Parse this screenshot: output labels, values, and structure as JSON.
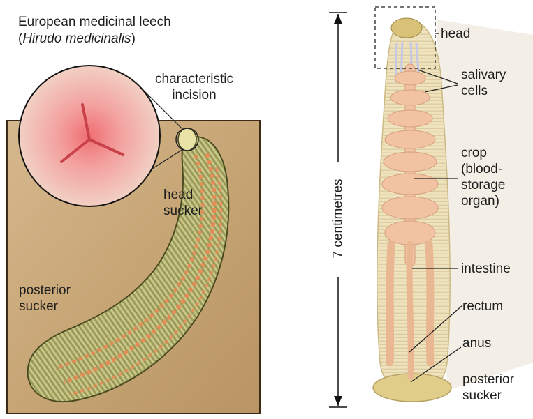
{
  "title": {
    "line1": "European medicinal leech",
    "line2_open": "(",
    "line2_species": "Hirudo medicinalis",
    "line2_close": ")"
  },
  "left_labels": {
    "incision_l1": "characteristic",
    "incision_l2": "incision",
    "head_sucker_l1": "head",
    "head_sucker_l2": "sucker",
    "posterior_l1": "posterior",
    "posterior_l2": "sucker"
  },
  "right_labels": {
    "head": "head",
    "salivary_l1": "salivary",
    "salivary_l2": "cells",
    "crop_l1": "crop",
    "crop_l2": "(blood-",
    "crop_l3": "storage",
    "crop_l4": "organ)",
    "intestine": "intestine",
    "rectum": "rectum",
    "anus": "anus",
    "posterior_l1": "posterior",
    "posterior_l2": "sucker"
  },
  "scale_label": "7 centimetres",
  "colors": {
    "wood": "#c9a77a",
    "leech_green": "#8d8a4a",
    "leech_orange": "#e58a55",
    "skin_pink": "#e77d82",
    "body_cream": "#f0e4bf",
    "gut_pink": "#f1c3a3"
  }
}
